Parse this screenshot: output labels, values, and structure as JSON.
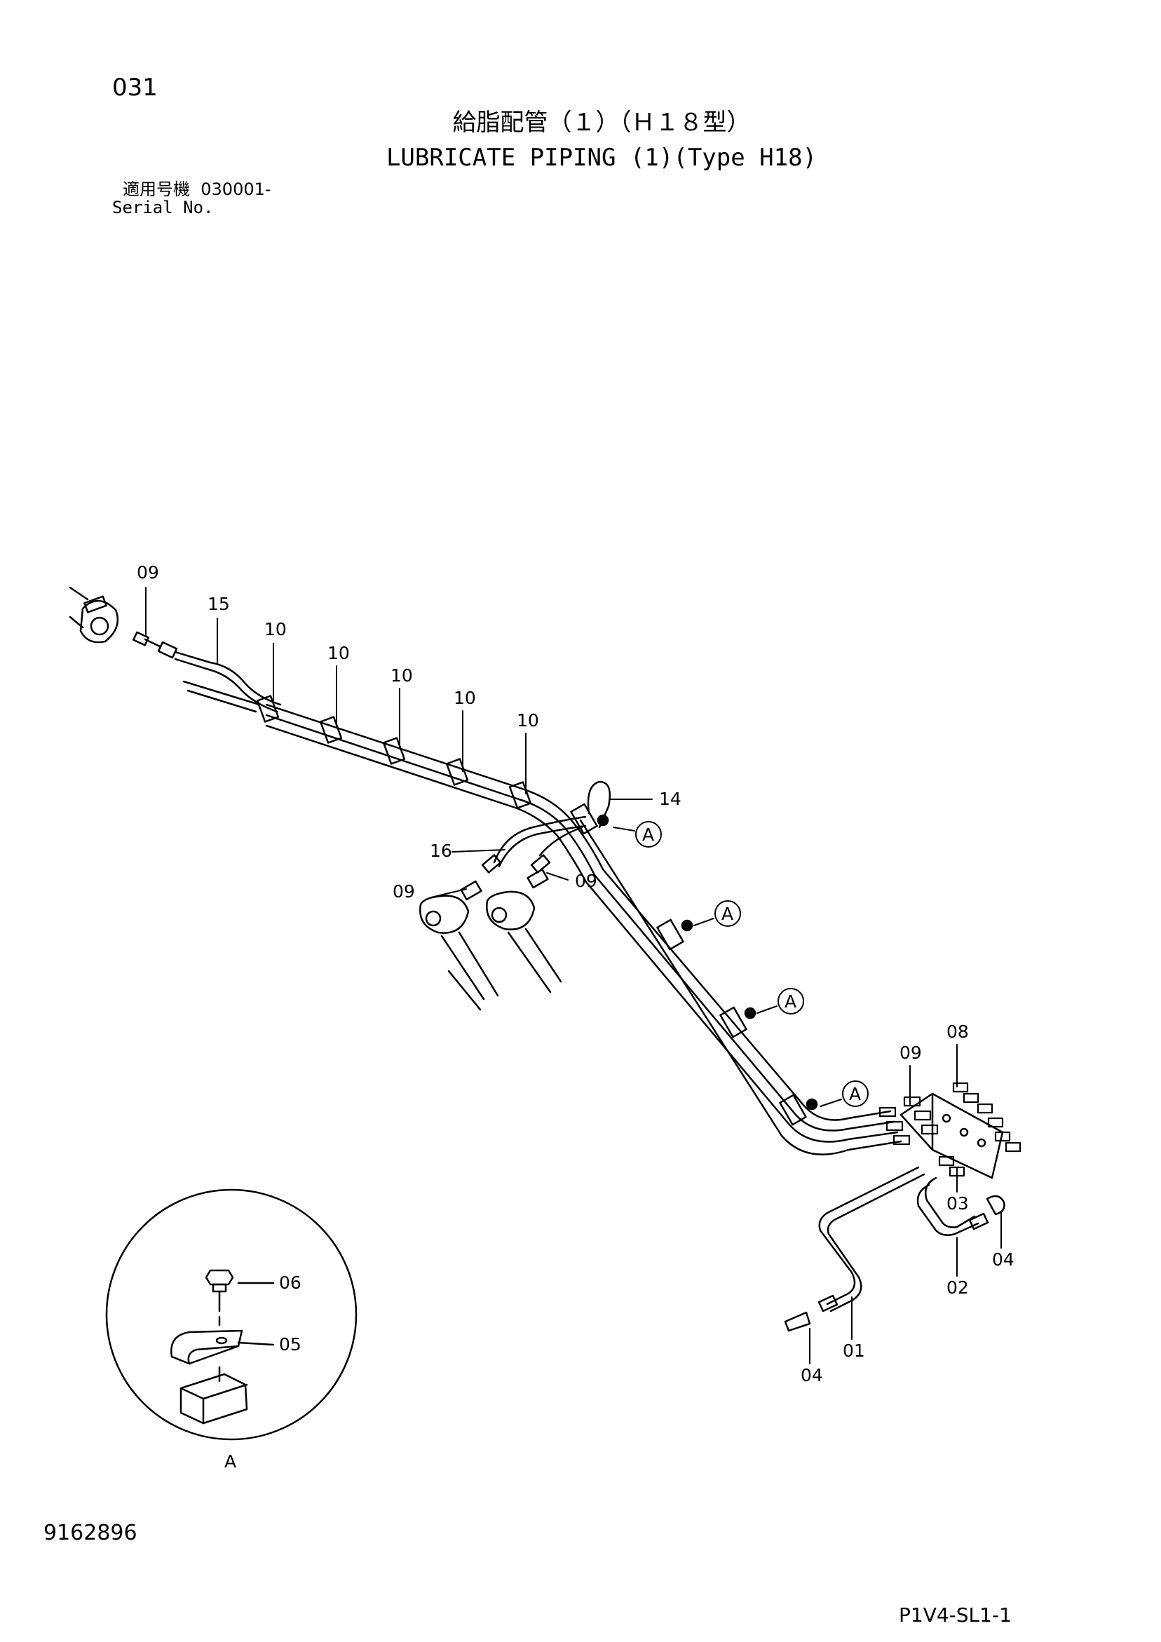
{
  "header": {
    "page_number": "031",
    "title_jp": "給脂配管（１）（Ｈ１８型）",
    "title_en": "LUBRICATE PIPING (1)(Type H18)",
    "serial_label_jp": "適用号機",
    "serial_value": "030001-",
    "serial_label_en": "Serial No."
  },
  "callouts": {
    "c09a": "09",
    "c15": "15",
    "c10a": "10",
    "c10b": "10",
    "c10c": "10",
    "c10d": "10",
    "c10e": "10",
    "c14": "14",
    "c16": "16",
    "c09b": "09",
    "c09c": "09",
    "c08": "08",
    "c09d": "09",
    "c03": "03",
    "c04a": "04",
    "c02": "02",
    "c01": "01",
    "c04b": "04",
    "c06": "06",
    "c05": "05"
  },
  "detail_markers": [
    "A",
    "A",
    "A",
    "A"
  ],
  "detail_view_label": "A",
  "footer": {
    "doc_number": "9162896",
    "ref_code": "P1V4-SL1-1"
  }
}
